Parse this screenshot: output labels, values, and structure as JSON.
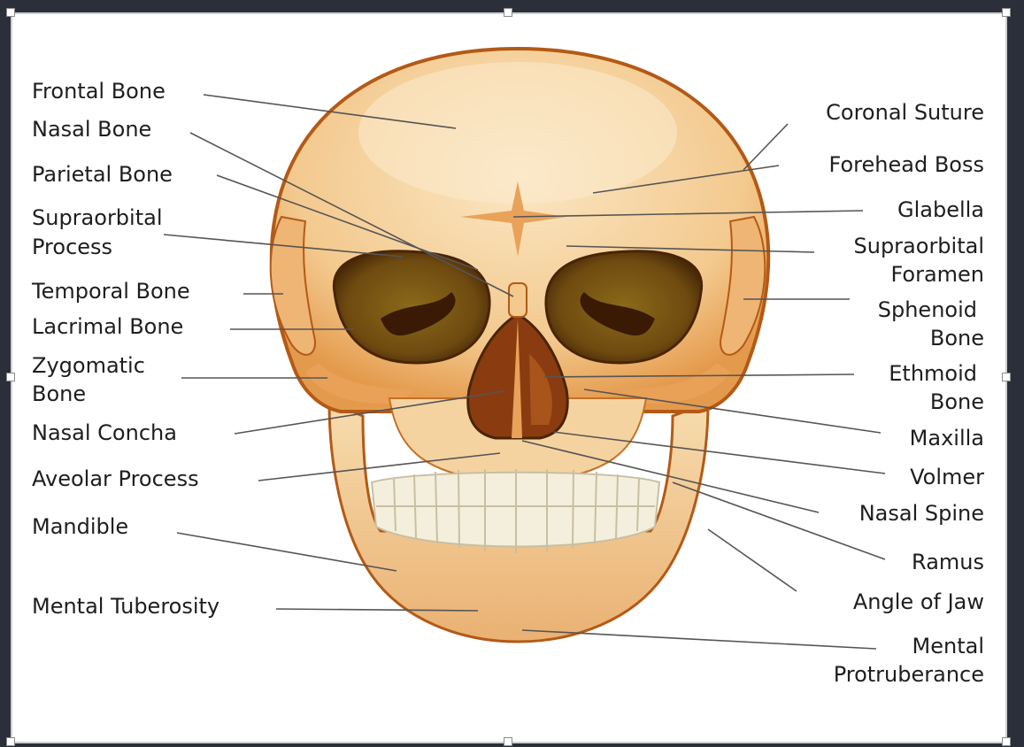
{
  "labels_left": {
    "frontal_bone": "Frontal Bone",
    "nasal_bone": "Nasal Bone",
    "parietal_bone": "Parietal Bone",
    "supraorbital_process_1": "Supraorbital",
    "supraorbital_process_2": "Process",
    "temporal_bone": "Temporal Bone",
    "lacrimal_bone": "Lacrimal Bone",
    "zygomatic_bone_1": "Zygomatic",
    "zygomatic_bone_2": "Bone",
    "nasal_concha": "Nasal Concha",
    "aveolar_process": "Aveolar Process",
    "mandible": "Mandible",
    "mental_tuberosity": "Mental Tuberosity"
  },
  "labels_right": {
    "coronal_suture": "Coronal Suture",
    "forehead_boss": "Forehead Boss",
    "glabella": "Glabella",
    "supraorbital_foramen_1": "Supraorbital",
    "supraorbital_foramen_2": "Foramen",
    "sphenoid_bone_1": "Sphenoid",
    "sphenoid_bone_2": "Bone",
    "ethmoid_bone_1": "Ethmoid",
    "ethmoid_bone_2": "Bone",
    "maxilla": "Maxilla",
    "volmer": "Volmer",
    "nasal_spine": "Nasal Spine",
    "ramus": "Ramus",
    "angle_of_jaw": "Angle of Jaw",
    "mental_protruberance_1": "Mental",
    "mental_protruberance_2": "Protruberance"
  },
  "colors": {
    "bone": "#f6d7a8",
    "bone_shadow": "#e39a4a",
    "outline": "#b35a16",
    "orbit": "#6b3b10",
    "teeth": "#f4efdc",
    "leader_line": "#555555"
  }
}
